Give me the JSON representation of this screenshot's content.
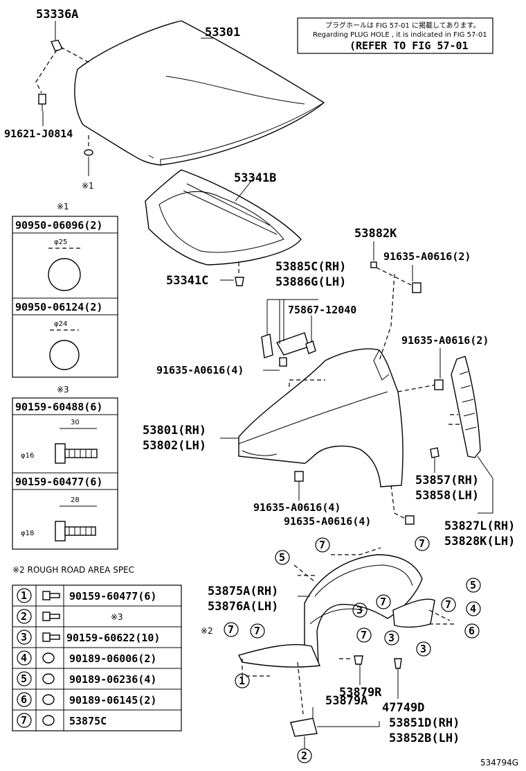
{
  "notice": {
    "jp": "プラグホールは FIG 57-01 に掲載してあります。",
    "en": "Regarding PLUG HOLE , it is indicated in FIG 57-01",
    "refer": "(REFER TO FIG 57-01"
  },
  "parts": {
    "p53336A": "53336A",
    "p53301": "53301",
    "p91621": "91621-J0814",
    "mark1": "※1",
    "p53341B": "53341B",
    "p53341C": "53341C",
    "p53882K": "53882K",
    "p91635a": "91635-A0616(2)",
    "p53885C": "53885C(RH)",
    "p53886G": "53886G(LH)",
    "p75867": "75867-12040",
    "p91635b": "91635-A0616(2)",
    "p91635c": "91635-A0616(4)",
    "p53801": "53801(RH)",
    "p53802": "53802(LH)",
    "p53857": "53857(RH)",
    "p53858": "53858(LH)",
    "p91635d": "91635-A0616(4)",
    "p91635e": "91635-A0616(4)",
    "p53827L": "53827L(RH)",
    "p53828K": "53828K(LH)",
    "p53875A": "53875A(RH)",
    "p53876A": "53876A(LH)",
    "mark2": "※2",
    "p53879R": "53879R",
    "p47749D": "47749D",
    "p53879A": "53879A",
    "p53851D": "53851D(RH)",
    "p53852B": "53852B(LH)",
    "figcode": "534794G"
  },
  "plug_table": {
    "title": "※1",
    "rows": [
      {
        "part": "90950-06096(2)",
        "dia": "φ25"
      },
      {
        "part": "90950-06124(2)",
        "dia": "φ24"
      }
    ]
  },
  "bolt_table": {
    "title": "※3",
    "rows": [
      {
        "part": "90159-60488(6)",
        "len": "30",
        "dia": "φ16"
      },
      {
        "part": "90159-60477(6)",
        "len": "28",
        "dia": "φ18"
      }
    ]
  },
  "rough_road": {
    "title": "※2 ROUGH ROAD AREA SPEC",
    "rows": [
      {
        "num": "1",
        "part": "90159-60477(6)"
      },
      {
        "num": "2",
        "part": "※3"
      },
      {
        "num": "3",
        "part": "90159-60622(10)"
      },
      {
        "num": "4",
        "part": "90189-06006(2)"
      },
      {
        "num": "5",
        "part": "90189-06236(4)"
      },
      {
        "num": "6",
        "part": "90189-06145(2)"
      },
      {
        "num": "7",
        "part": "53875C"
      }
    ]
  },
  "callouts": {
    "c1": "1",
    "c2": "2",
    "c3": "3",
    "c4": "4",
    "c5": "5",
    "c6": "6",
    "c7": "7"
  }
}
